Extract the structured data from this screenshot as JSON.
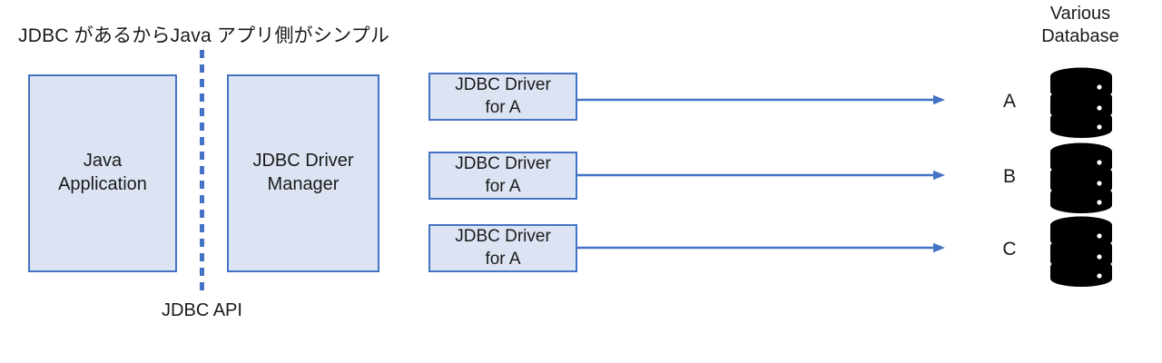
{
  "diagram": {
    "title": "JDBC があるからJava アプリ側がシンプル",
    "api_label": "JDBC API",
    "database_header_line1": "Various",
    "database_header_line2": "Database",
    "colors": {
      "box_fill": "#DCE3F3",
      "box_border": "#4472C4",
      "arrow": "#4472C4",
      "divider": "#4472C4",
      "database_icon": "#000000",
      "text": "#1A1A1A",
      "background": "#FFFFFF"
    },
    "boxes": {
      "application": "Java\nApplication",
      "driver_manager": "JDBC Driver\nManager"
    },
    "drivers": [
      {
        "label": "JDBC Driver\nfor A"
      },
      {
        "label": "JDBC Driver\nfor A"
      },
      {
        "label": "JDBC Driver\nfor A"
      }
    ],
    "databases": [
      {
        "letter": "A",
        "icon": "database-cylinder-icon"
      },
      {
        "letter": "B",
        "icon": "database-cylinder-icon"
      },
      {
        "letter": "C",
        "icon": "database-cylinder-icon"
      }
    ],
    "connections": [
      {
        "from": "JDBC Driver for A",
        "to": "A",
        "icon": "right-arrow-icon"
      },
      {
        "from": "JDBC Driver for A",
        "to": "B",
        "icon": "right-arrow-icon"
      },
      {
        "from": "JDBC Driver for A",
        "to": "C",
        "icon": "right-arrow-icon"
      }
    ]
  }
}
